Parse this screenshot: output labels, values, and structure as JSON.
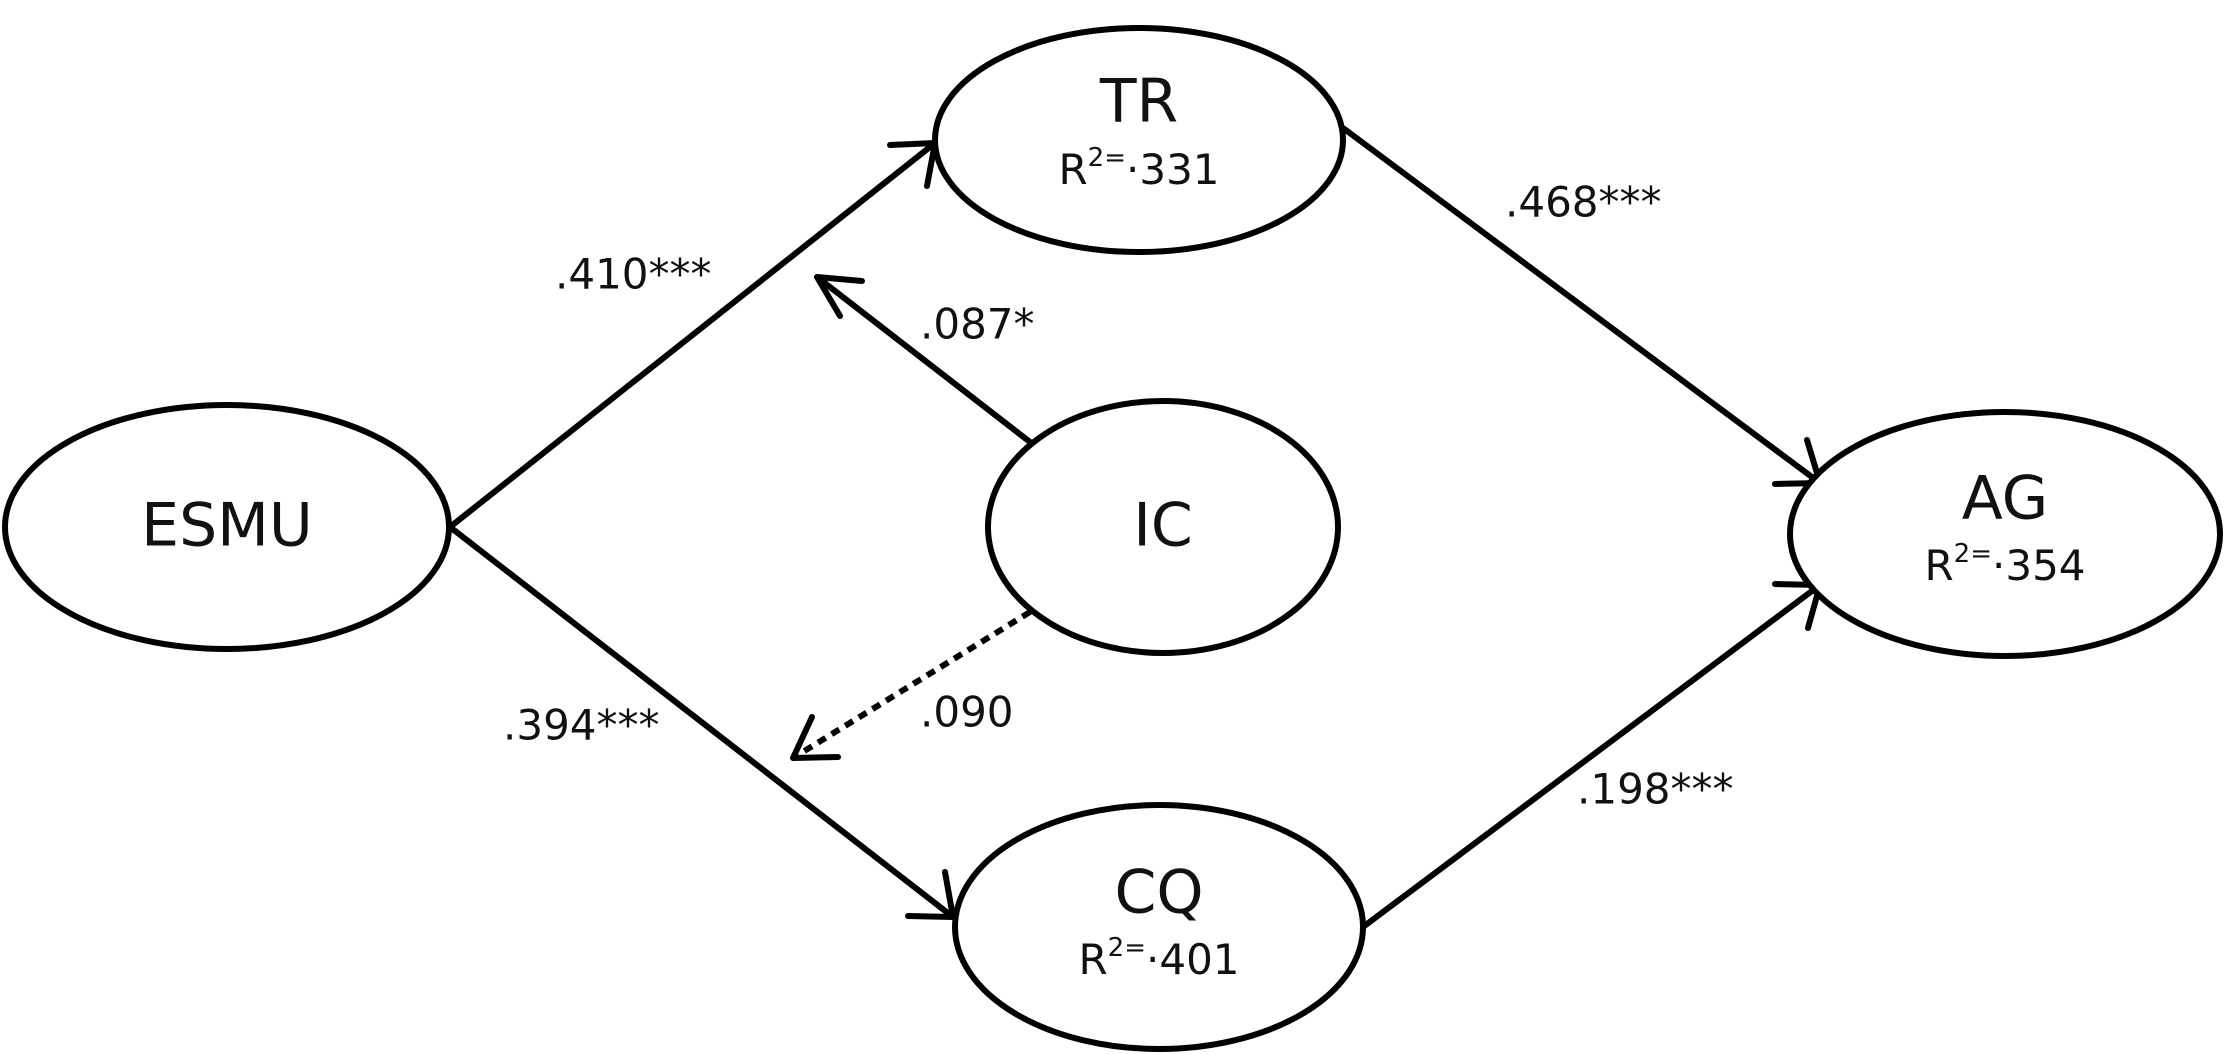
{
  "nodes": {
    "esmu": {
      "label": "ESMU"
    },
    "tr": {
      "label": "TR",
      "r2_prefix": "R",
      "r2_sup": "2=",
      "r2_value": "·331"
    },
    "ic": {
      "label": "IC"
    },
    "cq": {
      "label": "CQ",
      "r2_prefix": "R",
      "r2_sup": "2=",
      "r2_value": "·401"
    },
    "ag": {
      "label": "AG",
      "r2_prefix": "R",
      "r2_sup": "2=",
      "r2_value": "·354"
    }
  },
  "paths": {
    "esmu_tr": {
      "coef": ".410***",
      "style": "solid"
    },
    "esmu_cq": {
      "coef": ".394***",
      "style": "solid"
    },
    "tr_ag": {
      "coef": ".468***",
      "style": "solid"
    },
    "cq_ag": {
      "coef": ".198***",
      "style": "solid"
    },
    "ic_tr_path": {
      "coef": ".087*",
      "style": "solid"
    },
    "ic_cq_path": {
      "coef": ".090",
      "style": "dotted"
    }
  },
  "colors": {
    "stroke": "#000000",
    "text": "#111111",
    "background": "#ffffff"
  }
}
